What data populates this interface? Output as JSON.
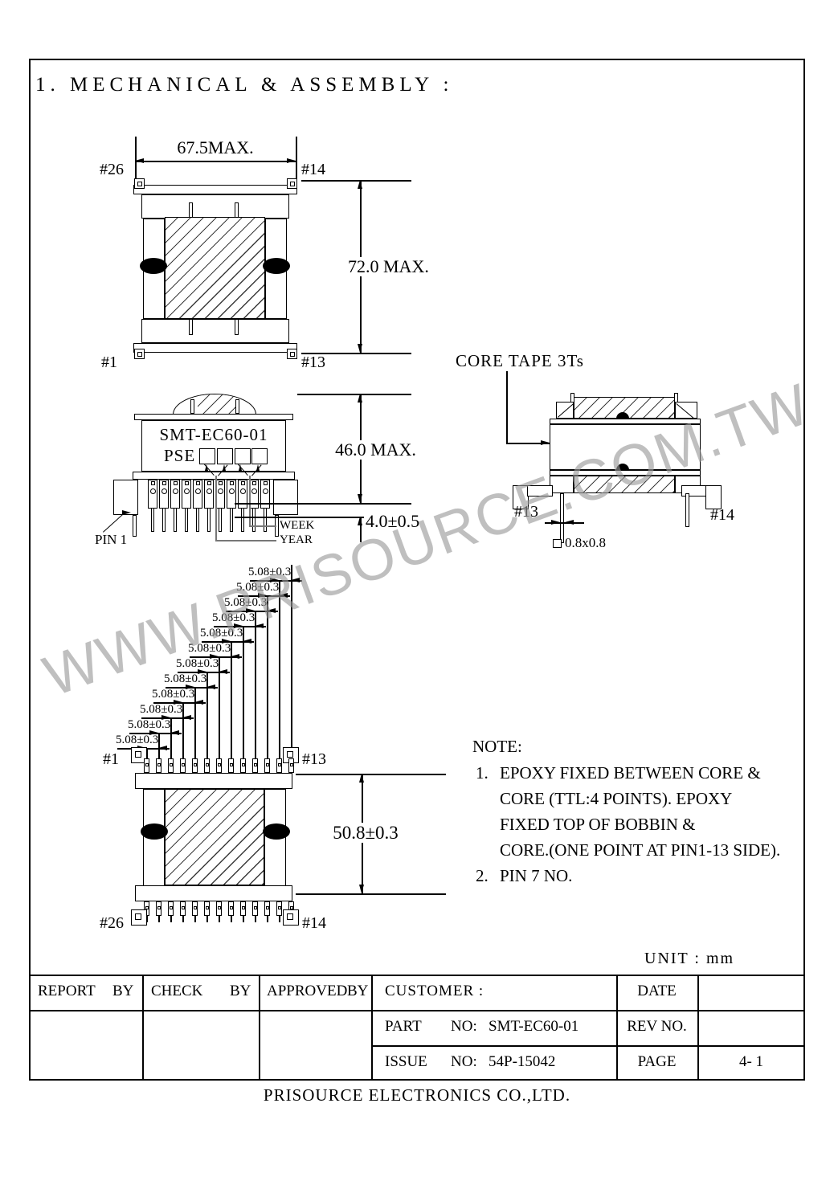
{
  "page": {
    "title": "1. MECHANICAL & ASSEMBLY :",
    "unit": "UNIT : mm",
    "footer": "PRISOURCE ELECTRONICS CO.,LTD.",
    "watermark": "WWW.PRISOURCE.COM.TW"
  },
  "top_view": {
    "dim_width": "67.5MAX.",
    "dim_height": "72.0 MAX.",
    "label_top_left": "#26",
    "label_top_right": "#14",
    "label_bottom_left": "#1",
    "label_bottom_right": "#13"
  },
  "front_view": {
    "part_number": "SMT-EC60-01",
    "logo": "PSE",
    "dim_height": "46.0 MAX.",
    "dim_pin": "4.0±0.5",
    "pin1": "PIN 1",
    "week": "WEEK",
    "year": "YEAR"
  },
  "side_view": {
    "core_tape": "CORE TAPE 3Ts",
    "label_left": "#13",
    "label_right": "#14",
    "dim_pin_square": "0.8x0.8"
  },
  "bottom_view": {
    "dim_pitch": "5.08±0.3",
    "pitch_count": 12,
    "dim_height": "50.8±0.3",
    "label_top_left": "#1",
    "label_top_right": "#13",
    "label_bottom_left": "#26",
    "label_bottom_right": "#14"
  },
  "note": {
    "heading": "NOTE:",
    "item1_num": "1.",
    "item1_lines": [
      "EPOXY FIXED BETWEEN CORE &",
      "CORE (TTL:4 POINTS). EPOXY",
      "FIXED TOP OF BOBBIN &",
      "CORE.(ONE POINT AT PIN1-13 SIDE)."
    ],
    "item2_num": "2.",
    "item2_text": "PIN 7 NO."
  },
  "title_block": {
    "report": "REPORT",
    "check": "CHECK",
    "approved": "APPROVED",
    "by": "BY",
    "customer": "CUSTOMER :",
    "date": "DATE",
    "part_label": "PART",
    "part_no": "NO:",
    "part_value": "SMT-EC60-01",
    "rev": "REV NO.",
    "issue_label": "ISSUE",
    "issue_no": "NO:",
    "issue_value": "54P-15042",
    "page": "PAGE",
    "page_value": "4- 1"
  }
}
